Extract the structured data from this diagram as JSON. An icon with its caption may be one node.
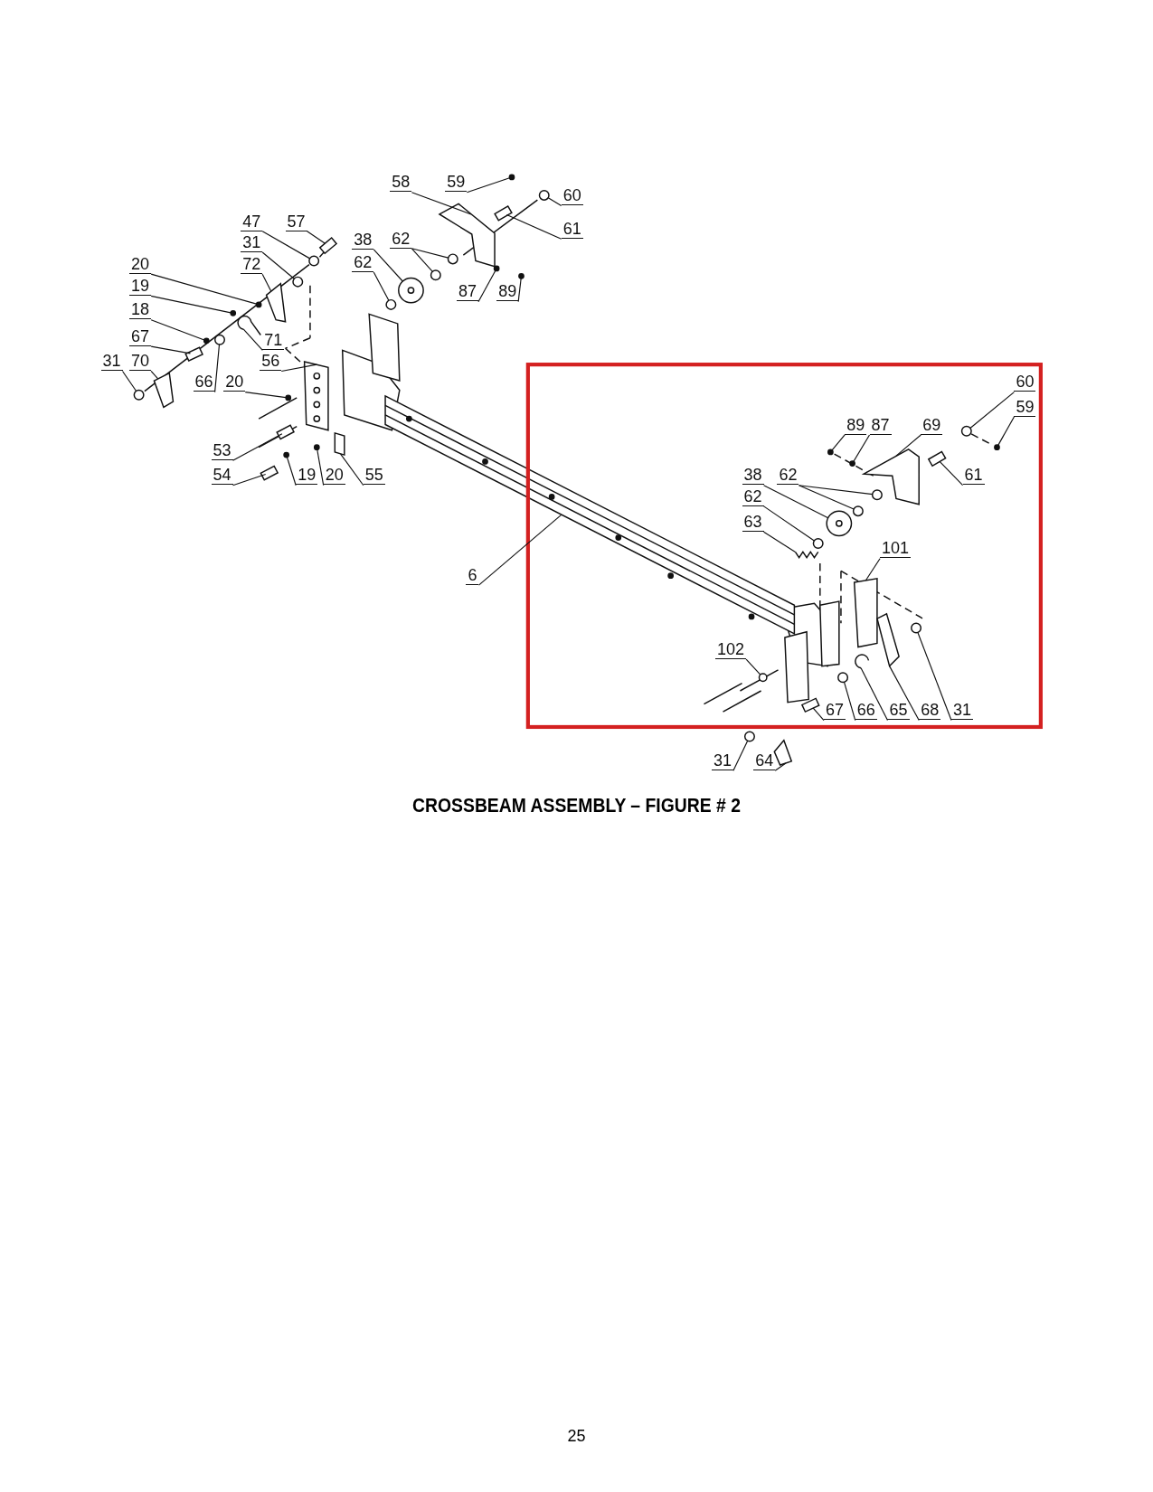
{
  "diagram": {
    "title": "CROSSBEAM ASSEMBLY – FIGURE # 2",
    "nodes": [
      {
        "text": [
          "58"
        ]
      },
      {
        "text": [
          "59"
        ]
      },
      {
        "text": [
          "60"
        ]
      },
      {
        "text": [
          "47"
        ]
      },
      {
        "text": [
          "57"
        ]
      },
      {
        "text": [
          "61"
        ]
      },
      {
        "text": [
          "38"
        ]
      },
      {
        "text": [
          "62"
        ]
      },
      {
        "text": [
          "31"
        ]
      },
      {
        "text": [
          "72"
        ]
      },
      {
        "text": [
          "62"
        ]
      },
      {
        "text": [
          "20"
        ]
      },
      {
        "text": [
          "87"
        ]
      },
      {
        "text": [
          "89"
        ]
      },
      {
        "text": [
          "19"
        ]
      },
      {
        "text": [
          "18"
        ]
      },
      {
        "text": [
          "67"
        ]
      },
      {
        "text": [
          "71"
        ]
      },
      {
        "text": [
          "31"
        ]
      },
      {
        "text": [
          "70"
        ]
      },
      {
        "text": [
          "56"
        ]
      },
      {
        "text": [
          "66"
        ]
      },
      {
        "text": [
          "20"
        ]
      },
      {
        "text": [
          "60"
        ]
      },
      {
        "text": [
          "59"
        ]
      },
      {
        "text": [
          "89"
        ]
      },
      {
        "text": [
          "87"
        ]
      },
      {
        "text": [
          "69"
        ]
      },
      {
        "text": [
          "53"
        ]
      },
      {
        "text": [
          "54"
        ]
      },
      {
        "text": [
          "19"
        ]
      },
      {
        "text": [
          "20"
        ]
      },
      {
        "text": [
          "55"
        ]
      },
      {
        "text": [
          "61"
        ]
      },
      {
        "text": [
          "38"
        ]
      },
      {
        "text": [
          "62"
        ]
      },
      {
        "text": [
          "62"
        ]
      },
      {
        "text": [
          "63"
        ]
      },
      {
        "text": [
          "101"
        ]
      },
      {
        "text": [
          "6"
        ]
      },
      {
        "text": [
          "102"
        ]
      },
      {
        "text": [
          "67"
        ]
      },
      {
        "text": [
          "66"
        ]
      },
      {
        "text": [
          "65"
        ]
      },
      {
        "text": [
          "68"
        ]
      },
      {
        "text": [
          "31"
        ]
      },
      {
        "text": [
          "31"
        ]
      },
      {
        "text": [
          "64"
        ]
      },
      {
        "text": [],
        "shape": "picture"
      },
      {
        "text": [],
        "shape": "circle"
      },
      {
        "text": [],
        "shape": "circle"
      },
      {
        "text": [],
        "shape": "circle"
      },
      {
        "text": [],
        "shape": "bar"
      },
      {
        "text": [],
        "shape": "bar"
      },
      {
        "text": [],
        "shape": "circle"
      },
      {
        "text": [],
        "shape": "circle"
      },
      {
        "text": [],
        "shape": "circle"
      },
      {
        "text": [],
        "shape": "circle"
      },
      {
        "text": [],
        "shape": "picture"
      },
      {
        "text": [],
        "shape": "circle"
      },
      {
        "text": [],
        "shape": "circle"
      },
      {
        "text": [],
        "shape": "circle"
      },
      {
        "text": [],
        "shape": "circle"
      },
      {
        "text": [],
        "shape": "circle"
      },
      {
        "text": [],
        "shape": "circle"
      },
      {
        "text": [],
        "shape": "bar"
      },
      {
        "text": [],
        "shape": "picture"
      },
      {
        "text": [],
        "shape": "circle"
      },
      {
        "text": [],
        "shape": "picture"
      },
      {
        "text": [],
        "shape": "picture"
      },
      {
        "text": [],
        "shape": "circle"
      },
      {
        "text": [],
        "shape": "circle"
      },
      {
        "text": [],
        "shape": "circle"
      },
      {
        "text": [],
        "shape": "circle"
      },
      {
        "text": [],
        "shape": "circle"
      },
      {
        "text": [],
        "shape": "circle"
      },
      {
        "text": [],
        "shape": "picture"
      },
      {
        "text": [],
        "shape": "bar"
      },
      {
        "text": [],
        "shape": "bar"
      },
      {
        "text": [],
        "shape": "circle"
      },
      {
        "text": [],
        "shape": "circle"
      },
      {
        "text": [],
        "shape": "box"
      },
      {
        "text": [],
        "shape": "bar"
      },
      {
        "text": [],
        "shape": "circle"
      },
      {
        "text": [],
        "shape": "circle"
      },
      {
        "text": [],
        "shape": "circle"
      },
      {
        "text": [],
        "shape": "circle"
      },
      {
        "text": [],
        "shape": "picture"
      },
      {
        "text": [],
        "shape": "box"
      },
      {
        "text": [],
        "shape": "picture"
      },
      {
        "text": [],
        "shape": "circle"
      },
      {
        "text": [],
        "shape": "bar"
      },
      {
        "text": [],
        "shape": "circle"
      },
      {
        "text": [],
        "shape": "picture"
      },
      {
        "text": [],
        "shape": "picture"
      },
      {
        "text": [],
        "shape": "circle"
      },
      {
        "text": [],
        "shape": "circle"
      },
      {
        "text": [],
        "shape": "picture"
      }
    ],
    "edges": [
      {
        "from": 0,
        "to": 48,
        "arrow": "none"
      },
      {
        "from": 1,
        "to": 49,
        "arrow": "none"
      },
      {
        "from": 2,
        "to": 50,
        "arrow": "none"
      },
      {
        "from": 3,
        "to": 51,
        "arrow": "none"
      },
      {
        "from": 4,
        "to": 52,
        "arrow": "none"
      },
      {
        "from": 5,
        "to": 53,
        "arrow": "none"
      },
      {
        "from": 6,
        "to": 54,
        "arrow": "none"
      },
      {
        "from": 7,
        "to": 55,
        "arrow": "none"
      },
      {
        "from": 7,
        "to": 56,
        "arrow": "none"
      },
      {
        "from": 8,
        "to": 57,
        "arrow": "none"
      },
      {
        "from": 9,
        "to": 58,
        "arrow": "none"
      },
      {
        "from": 10,
        "to": 59,
        "arrow": "none"
      },
      {
        "from": 11,
        "to": 60,
        "arrow": "none"
      },
      {
        "from": 12,
        "to": 61,
        "arrow": "none"
      },
      {
        "from": 13,
        "to": 62,
        "arrow": "none"
      },
      {
        "from": 14,
        "to": 63,
        "arrow": "none"
      },
      {
        "from": 15,
        "to": 64,
        "arrow": "none"
      },
      {
        "from": 16,
        "to": 65,
        "arrow": "none"
      },
      {
        "from": 17,
        "to": 66,
        "arrow": "none"
      },
      {
        "from": 18,
        "to": 67,
        "arrow": "none"
      },
      {
        "from": 19,
        "to": 68,
        "arrow": "none"
      },
      {
        "from": 20,
        "to": 69,
        "arrow": "none"
      },
      {
        "from": 21,
        "to": 70,
        "arrow": "none"
      },
      {
        "from": 22,
        "to": 71,
        "arrow": "none"
      },
      {
        "from": 23,
        "to": 72,
        "arrow": "none"
      },
      {
        "from": 24,
        "to": 73,
        "arrow": "none"
      },
      {
        "from": 25,
        "to": 74,
        "arrow": "none"
      },
      {
        "from": 26,
        "to": 75,
        "arrow": "none"
      },
      {
        "from": 27,
        "to": 76,
        "arrow": "none"
      },
      {
        "from": 28,
        "to": 77,
        "arrow": "none"
      },
      {
        "from": 29,
        "to": 78,
        "arrow": "none"
      },
      {
        "from": 30,
        "to": 79,
        "arrow": "none"
      },
      {
        "from": 31,
        "to": 80,
        "arrow": "none"
      },
      {
        "from": 32,
        "to": 81,
        "arrow": "none"
      },
      {
        "from": 33,
        "to": 82,
        "arrow": "none"
      },
      {
        "from": 34,
        "to": 83,
        "arrow": "none"
      },
      {
        "from": 35,
        "to": 84,
        "arrow": "none"
      },
      {
        "from": 35,
        "to": 85,
        "arrow": "none"
      },
      {
        "from": 36,
        "to": 86,
        "arrow": "none"
      },
      {
        "from": 37,
        "to": 87,
        "arrow": "none"
      },
      {
        "from": 38,
        "to": 88,
        "arrow": "none"
      },
      {
        "from": 39,
        "to": 89,
        "arrow": "none"
      },
      {
        "from": 40,
        "to": 90,
        "arrow": "none"
      },
      {
        "from": 41,
        "to": 91,
        "arrow": "none"
      },
      {
        "from": 42,
        "to": 92,
        "arrow": "none"
      },
      {
        "from": 43,
        "to": 93,
        "arrow": "none"
      },
      {
        "from": 44,
        "to": 94,
        "arrow": "none"
      },
      {
        "from": 45,
        "to": 95,
        "arrow": "none"
      },
      {
        "from": 46,
        "to": 96,
        "arrow": "none"
      },
      {
        "from": 47,
        "to": 97,
        "arrow": "none"
      }
    ],
    "labels": [
      "25"
    ]
  }
}
